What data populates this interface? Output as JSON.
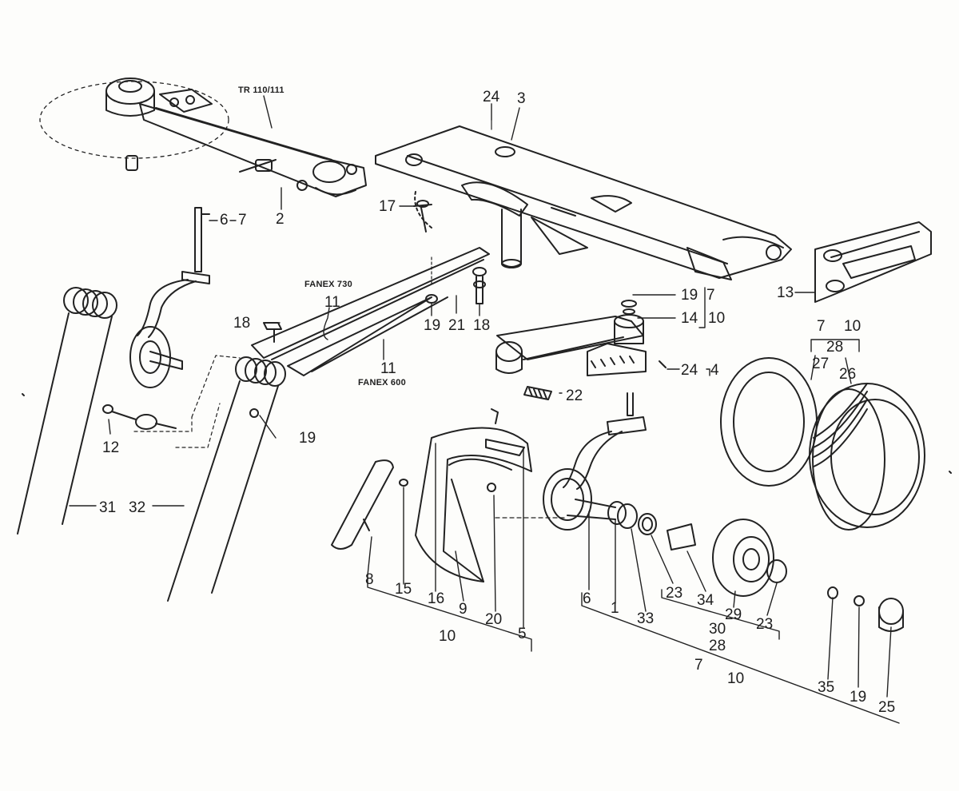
{
  "model_labels": {
    "tr": "TR 110/111",
    "fanex730": "FANEX 730",
    "fanex600": "FANEX 600"
  },
  "callouts": {
    "c24_top": "24",
    "c3": "3",
    "c2": "2",
    "c6a": "6",
    "c7a": "7",
    "c17": "17",
    "c19_right": "19",
    "c7b": "7",
    "c14": "14",
    "c10a": "10",
    "c13": "13",
    "c11a": "11",
    "c18a": "18",
    "c19a": "19",
    "c21": "21",
    "c18b": "18",
    "c11b": "11",
    "c7c": "7",
    "c10b": "10",
    "c28a": "28",
    "c27": "27",
    "c26": "26",
    "c24b": "24",
    "c4": "4",
    "c22": "22",
    "c12": "12",
    "c19b": "19",
    "c31": "31",
    "c32": "32",
    "c8": "8",
    "c15": "15",
    "c16": "16",
    "c9": "9",
    "c20": "20",
    "c5": "5",
    "c10c": "10",
    "c6b": "6",
    "c1": "1",
    "c33": "33",
    "c23a": "23",
    "c34": "34",
    "c29": "29",
    "c23b": "23",
    "c30": "30",
    "c28b": "28",
    "c7d": "7",
    "c10d": "10",
    "c35": "35",
    "c19c": "19",
    "c25": "25"
  }
}
